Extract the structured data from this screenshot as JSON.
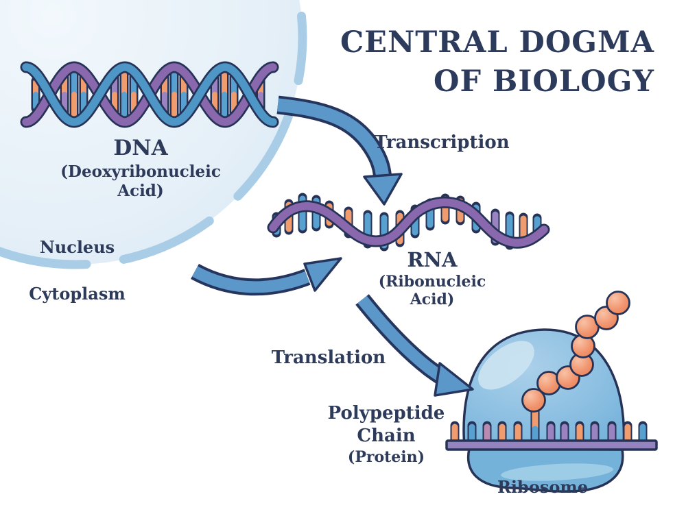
{
  "title": {
    "line1": "CENTRAL DOGMA",
    "line2": "OF BIOLOGY"
  },
  "nucleus": {
    "label": "Nucleus"
  },
  "cytoplasm": {
    "label": "Cytoplasm"
  },
  "dna": {
    "abbr": "DNA",
    "full": "(Deoxyribonucleic Acid)"
  },
  "rna": {
    "abbr": "RNA",
    "full": "(Ribonucleic Acid)"
  },
  "steps": {
    "transcription": "Transcription",
    "translation": "Translation"
  },
  "polypeptide": {
    "line1": "Polypeptide",
    "line2": "Chain",
    "sub": "(Protein)"
  },
  "ribosome": {
    "label": "Ribosome"
  },
  "process_flow": [
    "DNA",
    "Transcription",
    "RNA",
    "Translation",
    "Polypeptide Chain (Protein)"
  ],
  "colors": {
    "text_navy": "#2d3a5a",
    "outline_navy": "#263357",
    "arrow_blue": "#5b97c9",
    "strand_blue": "#4e96c6",
    "strand_purple": "#8a68ad",
    "tooth_purple": "#9b82c0",
    "tooth_orange": "#f09c6e",
    "bead_orange": "#ee8a65",
    "membrane_dash_blue": "#a9cde6",
    "nucleus_fill": "#e3eff8",
    "ribosome_blue": "#74b0d8",
    "mrna_bar_purple": "#9583bf"
  }
}
